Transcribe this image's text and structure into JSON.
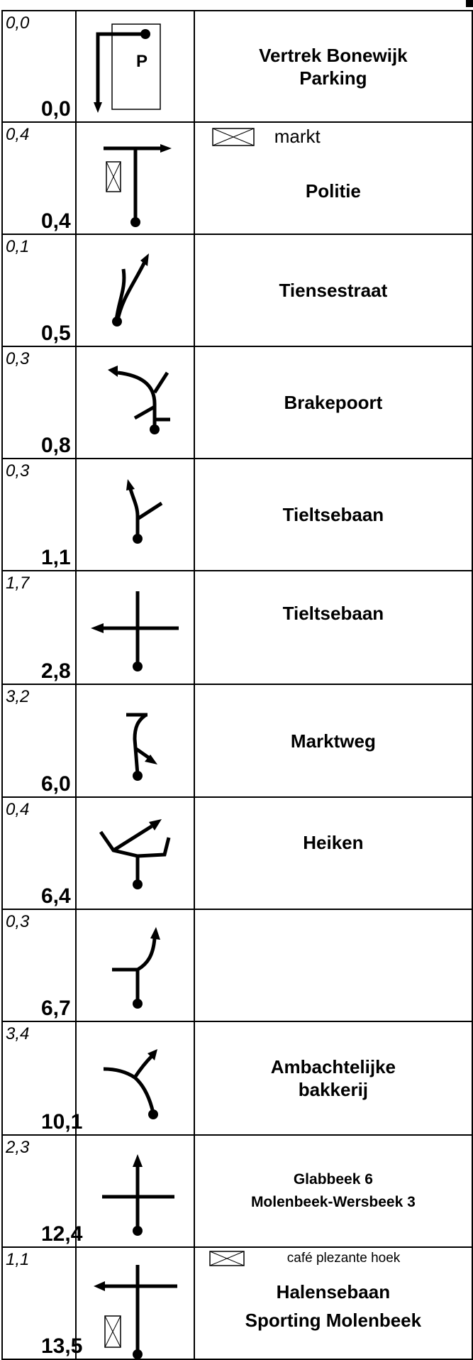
{
  "rows": [
    {
      "partial": "0,0",
      "total": "0,0",
      "desc": "Vertrek Bonewijk\nParking",
      "icon": "parking-start-icon"
    },
    {
      "partial": "0,4",
      "total": "0,4",
      "note": "markt",
      "desc": "Politie",
      "icon": "turn-right-t-icon"
    },
    {
      "partial": "0,1",
      "total": "0,5",
      "desc": "Tiensestraat",
      "icon": "fork-right-icon"
    },
    {
      "partial": "0,3",
      "total": "0,8",
      "desc": "Brakepoort",
      "icon": "curve-left-icon"
    },
    {
      "partial": "0,3",
      "total": "1,1",
      "desc": "Tieltsebaan",
      "icon": "fork-left-icon"
    },
    {
      "partial": "1,7",
      "total": "2,8",
      "desc": "Tieltsebaan",
      "icon": "crossroad-left-icon"
    },
    {
      "partial": "3,2",
      "total": "6,0",
      "desc": "Marktweg",
      "icon": "bend-right-icon"
    },
    {
      "partial": "0,4",
      "total": "6,4",
      "desc": "Heiken",
      "icon": "fork-multi-icon"
    },
    {
      "partial": "0,3",
      "total": "6,7",
      "desc": "",
      "icon": "curve-right-icon"
    },
    {
      "partial": "3,4",
      "total": "10,1",
      "desc": "Ambachtelijke\nbakkerij",
      "icon": "curve-right-up-icon"
    },
    {
      "partial": "2,3",
      "total": "12,4",
      "desc_lines": [
        "Glabbeek 6",
        "Molenbeek-Wersbeek 3"
      ],
      "icon": "crossroad-straight-icon"
    },
    {
      "partial": "1,1",
      "total": "13,5",
      "note": "café plezante hoek",
      "desc_lines": [
        "Halensebaan",
        "Sporting Molenbeek"
      ],
      "icon": "turn-left-t-icon"
    }
  ],
  "parking_label": "P"
}
